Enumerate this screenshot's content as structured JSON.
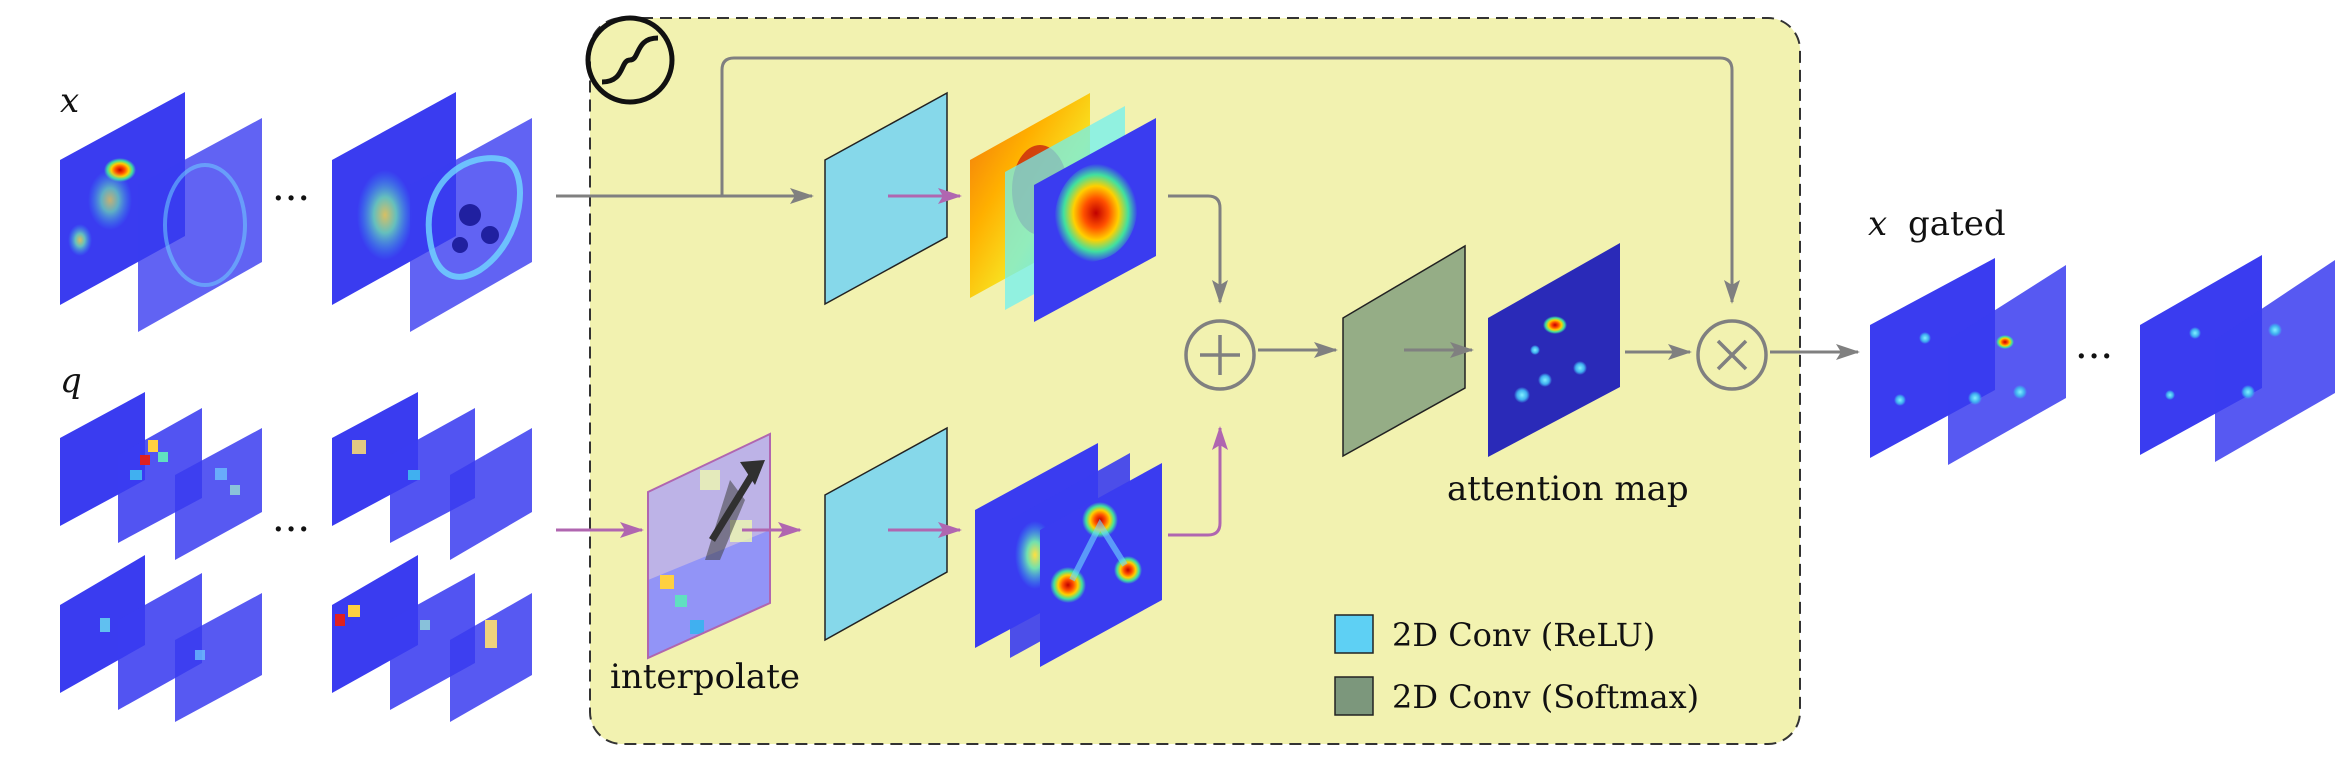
{
  "labels": {
    "input_x": "x",
    "input_q": "q",
    "interpolate": "interpolate",
    "attention_map": "attention map",
    "output_var": "x",
    "output_word": "gated",
    "ellipsis": "···"
  },
  "legend": {
    "items": [
      {
        "label": "2D Conv (ReLU)",
        "color": "#5ed0f4"
      },
      {
        "label": "2D Conv (Softmax)",
        "color": "#7c977c"
      }
    ]
  },
  "colors": {
    "gate_region": "#f2f2b0",
    "conv_relu": "#86d8ea",
    "conv_softmax": "#95ad86",
    "flow_x": "#808080",
    "flow_q": "#b066b0",
    "feature_map_base": "#3a3cf0"
  },
  "symbols": {
    "sum": "sum-icon",
    "product": "product-icon",
    "sigmoid": "sigmoid-icon"
  }
}
